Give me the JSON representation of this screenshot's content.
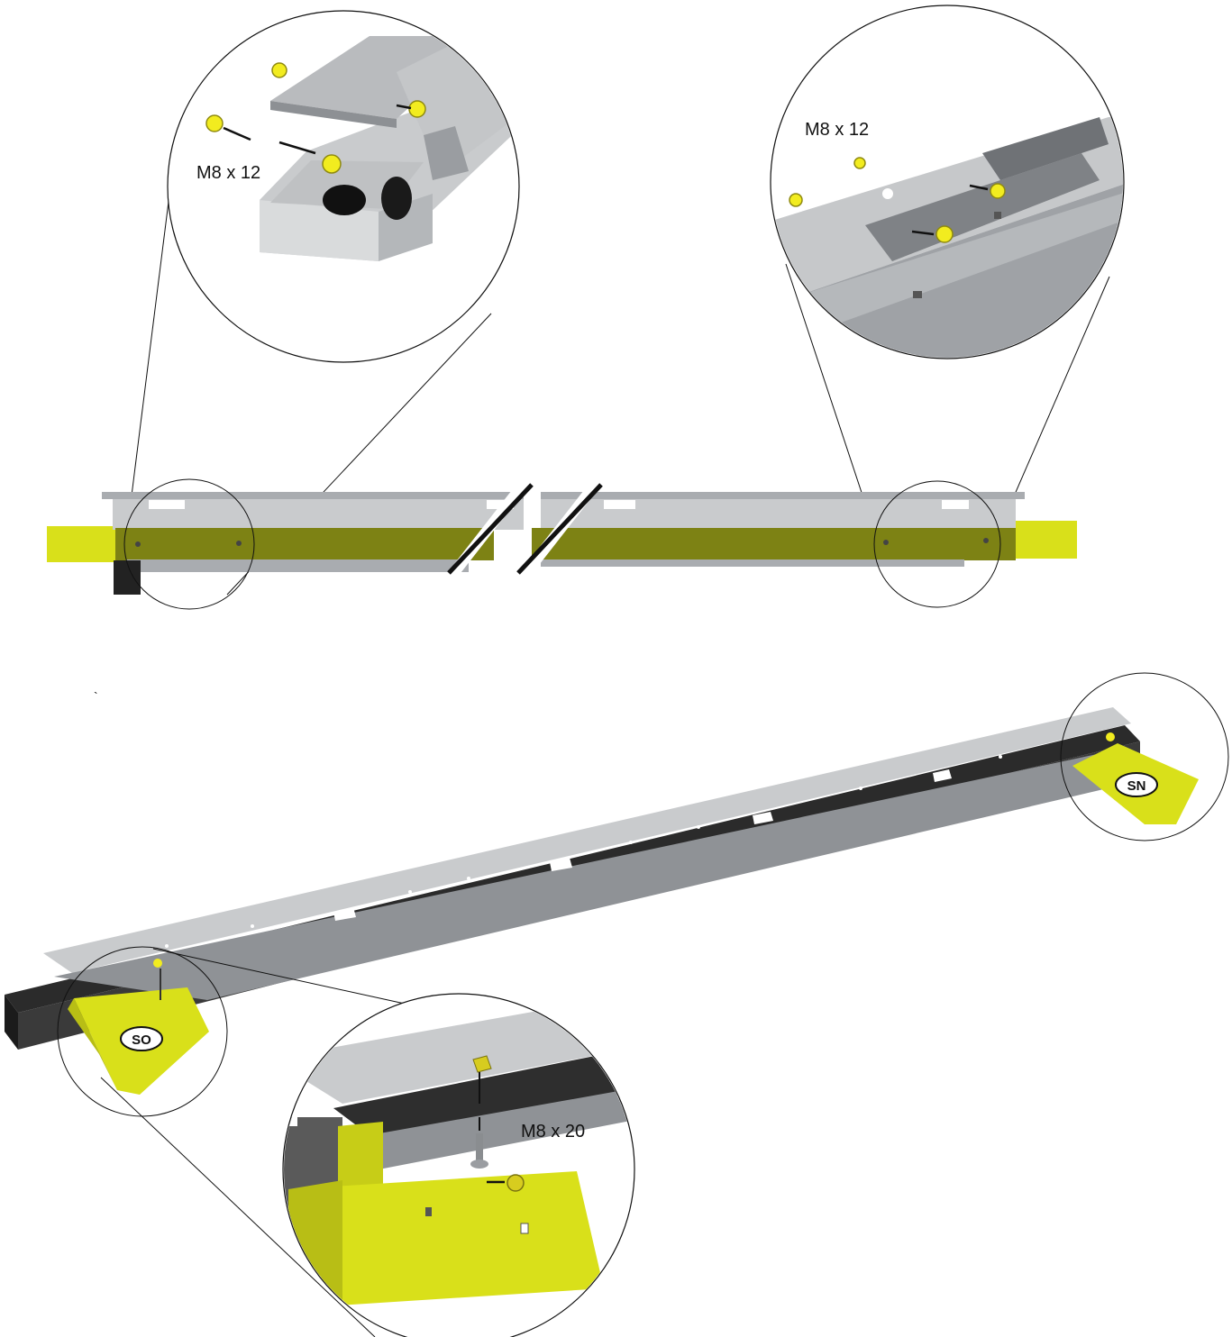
{
  "colors": {
    "steel_light": "#d4d6d8",
    "steel_mid": "#a9acb0",
    "steel_dark": "#74777b",
    "rail_black": "#2b2b2b",
    "accent_yellow": "#d9e01a",
    "olive": "#7d8214",
    "bolt_yellow": "#f2ec1f",
    "line": "#111111"
  },
  "callouts": {
    "top_left_fastener": "M8 x 12",
    "top_right_fastener": "M8 x 12",
    "bottom_fastener": "M8 x 20"
  },
  "tags": {
    "left_end": "SO",
    "right_end": "SN"
  },
  "stray_mark": "`"
}
